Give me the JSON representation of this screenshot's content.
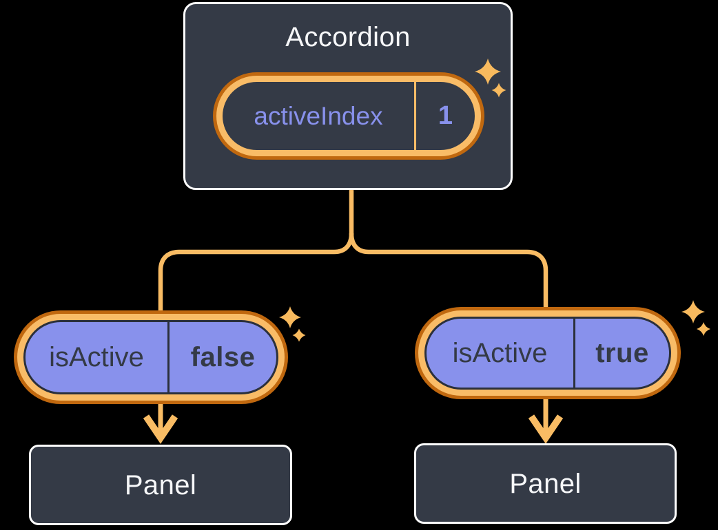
{
  "diagram": {
    "description": "Component tree: Accordion holds state activeIndex=1 and passes isActive props down to two Panel children",
    "background": "#000000",
    "colors": {
      "card_fill": "#343A46",
      "card_border": "#FFFFFF",
      "card_text": "#F6F7F9",
      "pill_ring_outer": "#C0680F",
      "pill_ring_inner": "#F9BC67",
      "purple_fill": "#8891EC",
      "purple_text": "#8891EC",
      "dark_text_on_purple": "#343A46",
      "dark_divider": "#2B303B",
      "connector": "#F9BC64",
      "sparkle": "#F8BA5E"
    },
    "root": {
      "title": "Accordion",
      "state": {
        "name": "activeIndex",
        "value": "1"
      }
    },
    "children": [
      {
        "prop": {
          "name": "isActive",
          "value": "false"
        },
        "target": "Panel"
      },
      {
        "prop": {
          "name": "isActive",
          "value": "true"
        },
        "target": "Panel"
      }
    ],
    "icons": [
      "sparkle-icon",
      "down-arrow-icon"
    ]
  }
}
